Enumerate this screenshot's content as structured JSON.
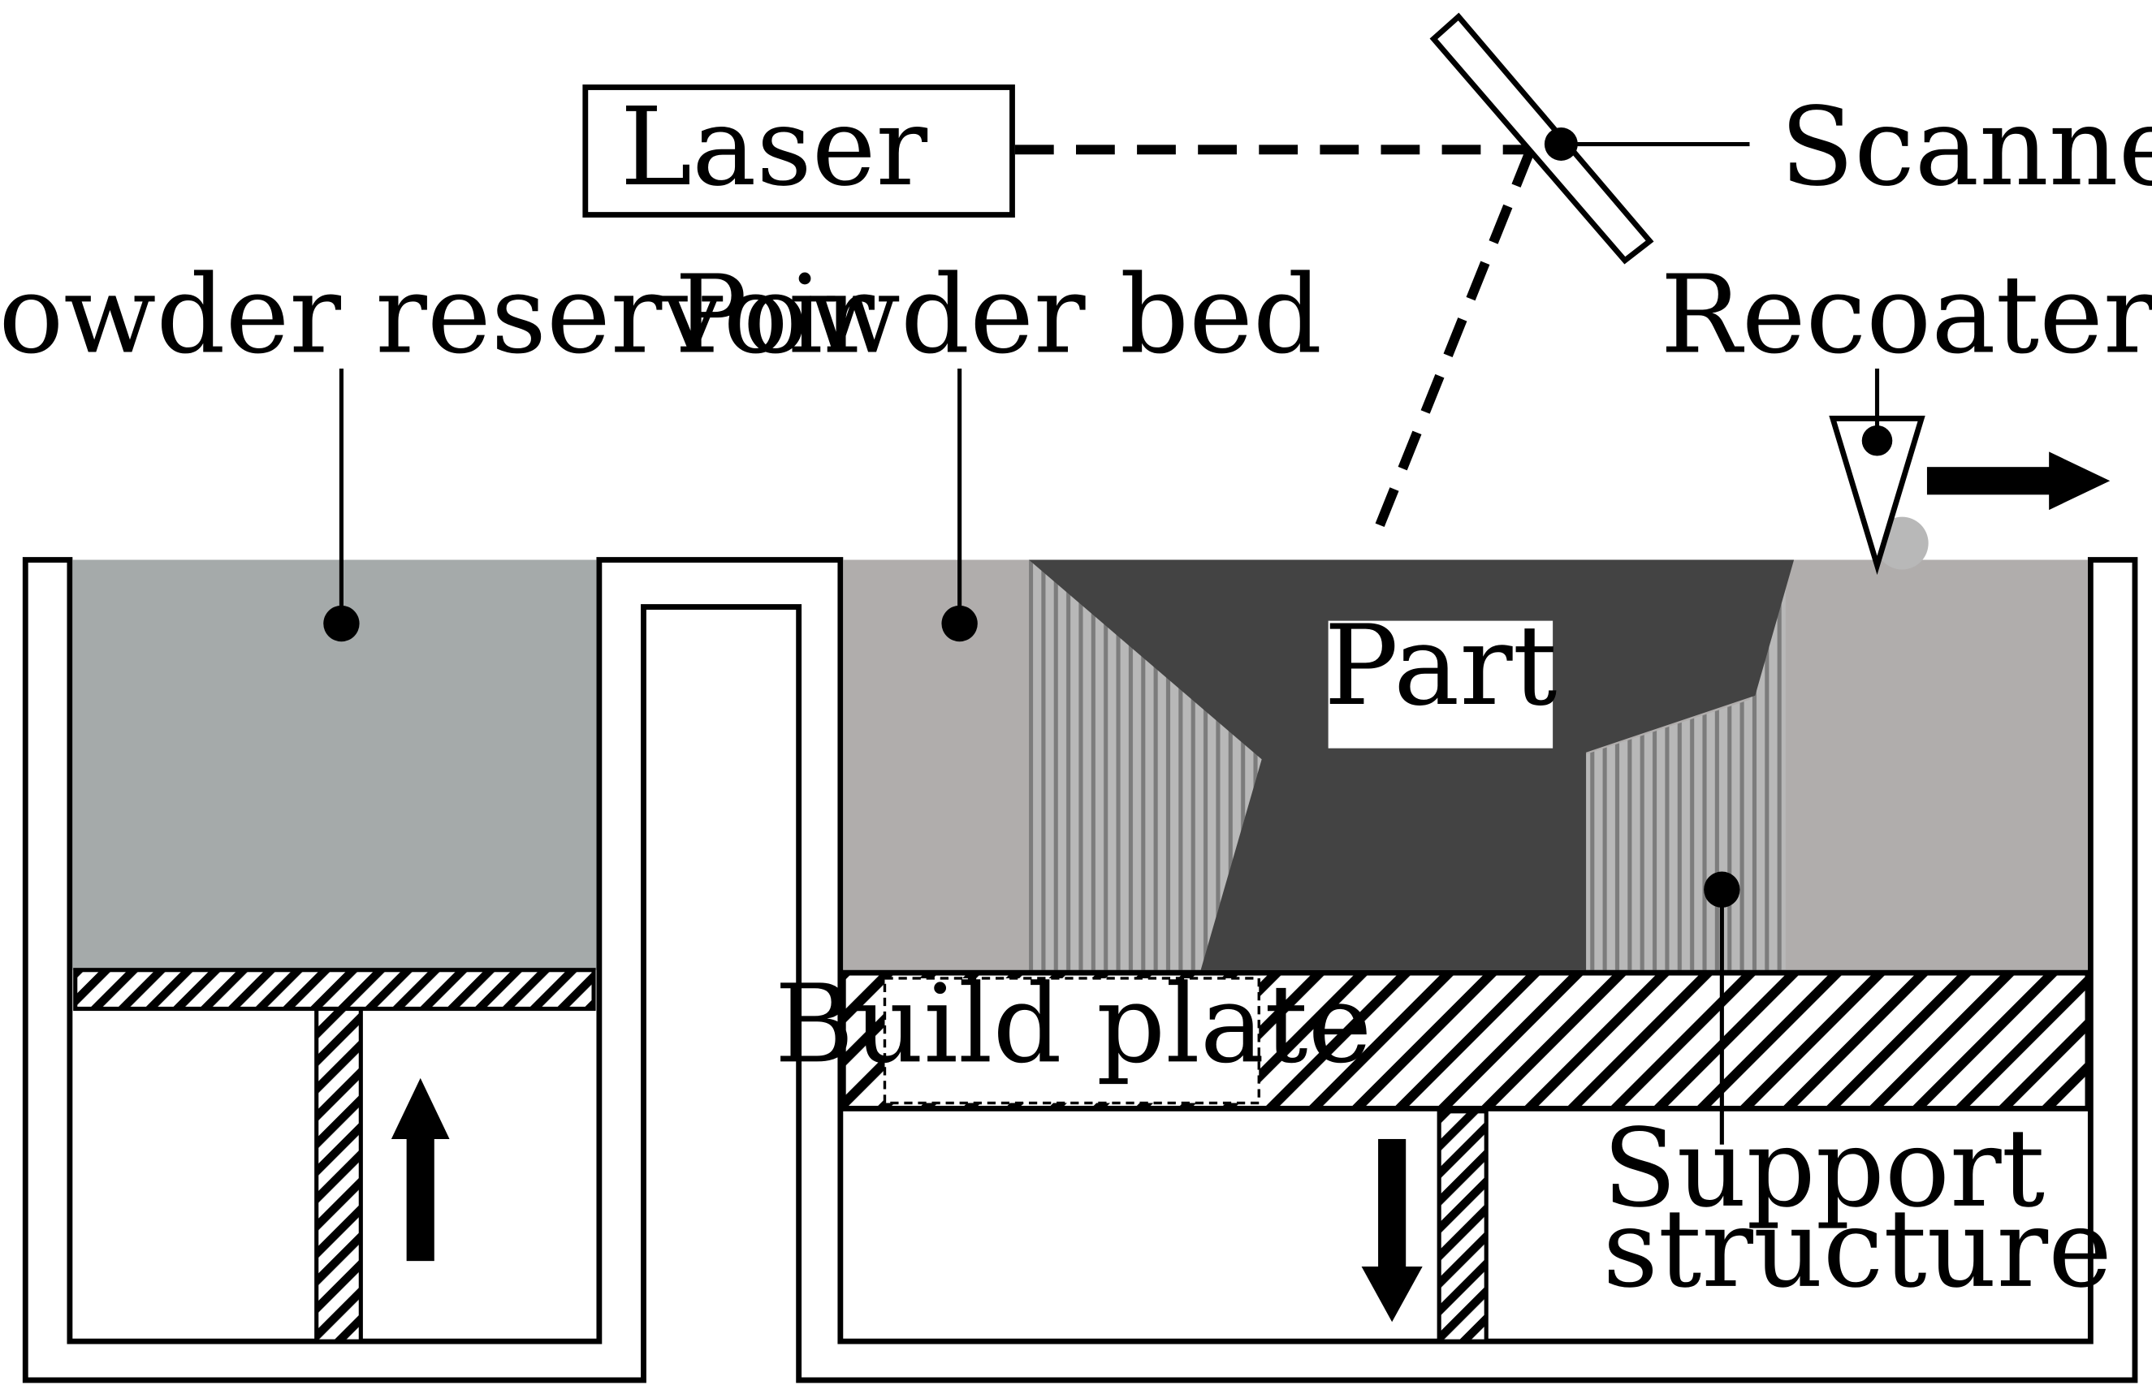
{
  "labels": {
    "laser": "Laser",
    "scanner": "Scanner",
    "powder_reservoir": "Powder reservoir",
    "powder_bed": "Powder bed",
    "recoater": "Recoater",
    "part": "Part",
    "build_plate": "Build plate",
    "support_line1": "Support",
    "support_line2": "structure"
  },
  "colors": {
    "reservoir_powder": "#a5aaaa",
    "bed_powder": "#b0adac",
    "part": "#434343",
    "support_stripe": "#7c7c7c",
    "support_gap": "#b8b8b8",
    "outline": "#000000"
  }
}
